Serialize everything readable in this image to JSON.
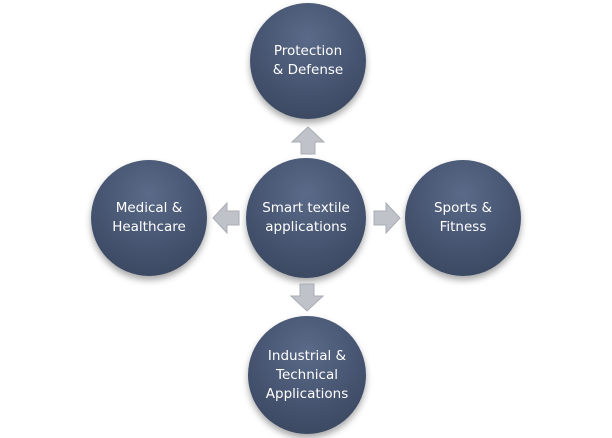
{
  "diagram": {
    "center": {
      "label": "Smart textile\napplications"
    },
    "top": {
      "label": "Protection\n& Defense"
    },
    "left": {
      "label": "Medical &\nHealthcare"
    },
    "right": {
      "label": "Sports &\nFitness"
    },
    "bottom": {
      "label": "Industrial &\nTechnical\nApplications"
    }
  },
  "colors": {
    "node_fill": "#45536f",
    "arrow_fill": "#bfc2c8"
  },
  "icons": {
    "arrow_up": "arrow-up-icon",
    "arrow_down": "arrow-down-icon",
    "arrow_left": "arrow-left-icon",
    "arrow_right": "arrow-right-icon"
  }
}
